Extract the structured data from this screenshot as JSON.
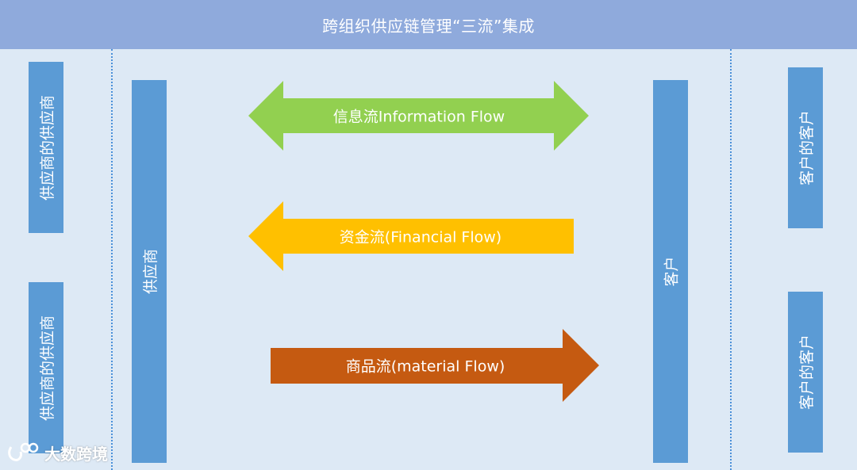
{
  "header": {
    "title": "跨组织供应链管理“三流”集成"
  },
  "left": {
    "upper_box": "供应商的供应商",
    "lower_box": "供应商的供应商",
    "main_bar": "供应商"
  },
  "right": {
    "main_bar": "客户",
    "upper_box": "客户的客户",
    "lower_box": "客户的客户"
  },
  "flows": {
    "information": {
      "label": "信息流Information Flow",
      "direction": "both",
      "color": "#92d050"
    },
    "financial": {
      "label": "资金流(Financial Flow)",
      "direction": "left",
      "color": "#ffc000"
    },
    "material": {
      "label": "商品流(material Flow)",
      "direction": "right",
      "color": "#c55a11"
    }
  },
  "watermark": {
    "text": "大数跨境"
  },
  "colors": {
    "background": "#dde9f5",
    "banner": "#8faadc",
    "bars": "#5b9bd5",
    "divider": "#4a90d9"
  }
}
